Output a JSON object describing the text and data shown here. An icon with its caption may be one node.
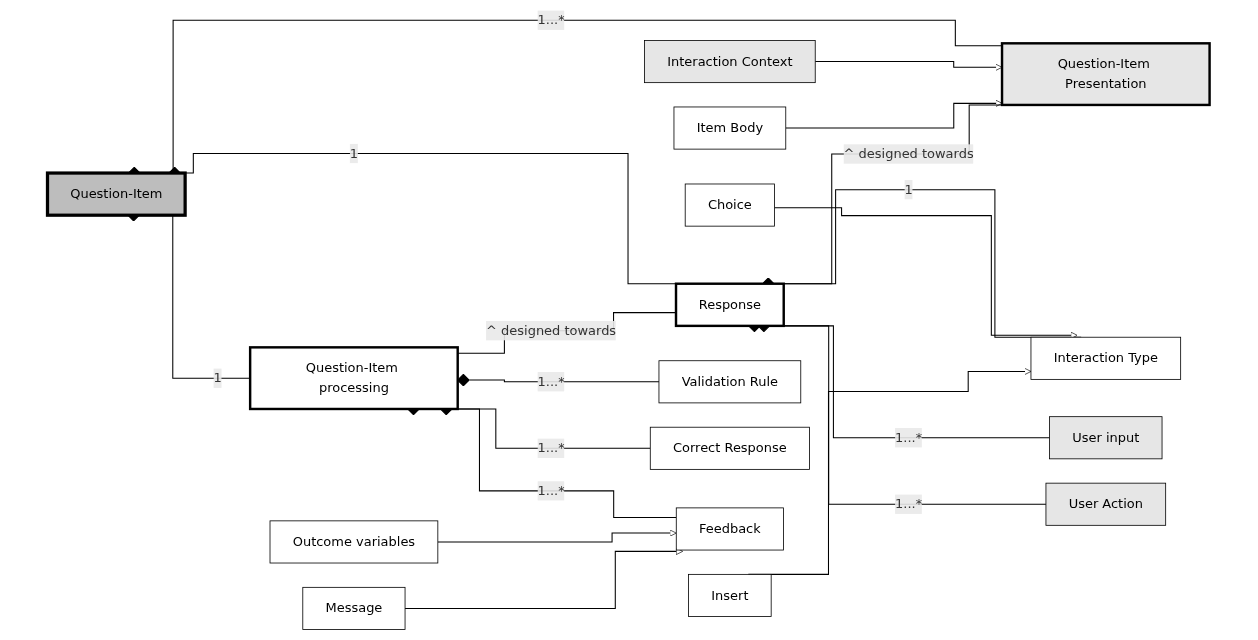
{
  "diagram": {
    "nodes": [
      {
        "text": [
          "Question-Item"
        ]
      },
      {
        "text": [
          "Question-Item Presentation"
        ]
      },
      {
        "text": [
          "Interaction Context"
        ]
      },
      {
        "text": [
          "Item Body"
        ]
      },
      {
        "text": [
          "Response"
        ]
      },
      {
        "text": [
          "Interaction Type"
        ]
      },
      {
        "text": [
          "Choice"
        ]
      },
      {
        "text": [
          "Insert"
        ]
      },
      {
        "text": [
          "User input"
        ]
      },
      {
        "text": [
          "User Action"
        ]
      },
      {
        "text": [
          "Question-Item processing"
        ]
      },
      {
        "text": [
          "Validation Rule"
        ]
      },
      {
        "text": [
          "Correct Response"
        ]
      },
      {
        "text": [
          "Feedback"
        ]
      },
      {
        "text": [
          "Outcome variables"
        ]
      },
      {
        "text": [
          "Message"
        ]
      }
    ],
    "edges": [
      {
        "from": 0,
        "to": 1,
        "arrow": "other",
        "label": "1...*"
      },
      {
        "from": 0,
        "to": 4,
        "arrow": "other",
        "label": "1"
      },
      {
        "from": 0,
        "to": 10,
        "arrow": "other",
        "label": "1"
      },
      {
        "from": 2,
        "to": 1,
        "arrow": "to"
      },
      {
        "from": 3,
        "to": 1,
        "arrow": "to"
      },
      {
        "from": 4,
        "to": 1,
        "arrow": "none",
        "label": "^ designed towards"
      },
      {
        "from": 4,
        "to": 5,
        "arrow": "other",
        "label": "1"
      },
      {
        "from": 4,
        "to": 8,
        "arrow": "other",
        "label": "1...*"
      },
      {
        "from": 4,
        "to": 9,
        "arrow": "other",
        "label": "1...*"
      },
      {
        "from": 6,
        "to": 5,
        "arrow": "to"
      },
      {
        "from": 7,
        "to": 5,
        "arrow": "to"
      },
      {
        "from": 10,
        "to": 4,
        "arrow": "none",
        "label": "^ designed towards"
      },
      {
        "from": 10,
        "to": 11,
        "arrow": "other",
        "label": "1...*"
      },
      {
        "from": 10,
        "to": 12,
        "arrow": "other",
        "label": "1...*"
      },
      {
        "from": 10,
        "to": 13,
        "arrow": "other",
        "label": "1...*"
      },
      {
        "from": 14,
        "to": 13,
        "arrow": "to"
      },
      {
        "from": 15,
        "to": 13,
        "arrow": "to"
      }
    ]
  }
}
